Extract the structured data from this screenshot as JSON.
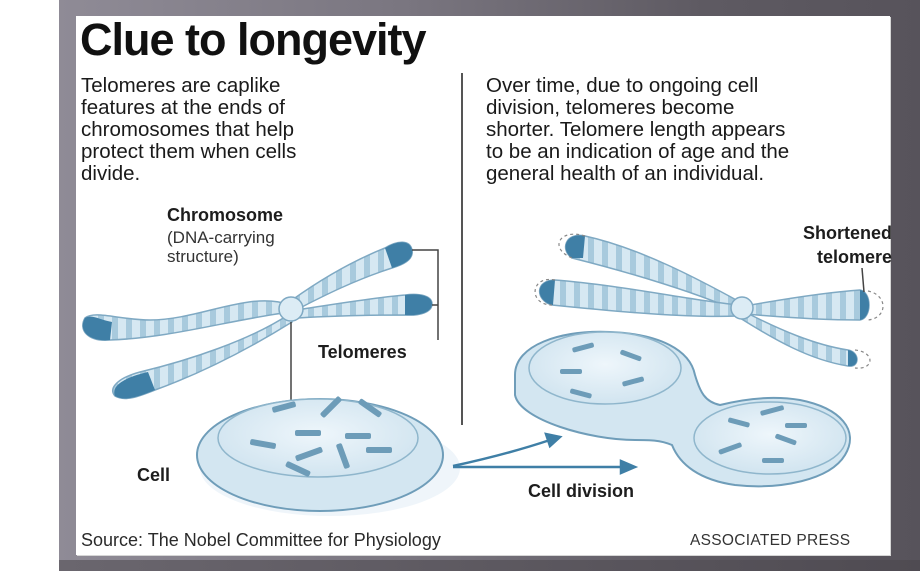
{
  "graphic": {
    "title": "Clue to longevity",
    "intro_left": "Telomeres are caplike\nfeatures at the ends of\nchromosomes that help\nprotect them when cells\ndivide.",
    "intro_right": "Over time, due to ongoing cell\ndivision, telomeres become\nshorter. Telomere length appears\nto be an indication of age and the\ngeneral health of an individual.",
    "left_panel": {
      "chromosome_label": "Chromosome",
      "chromosome_sublabel": "(DNA-carrying\nstructure)",
      "telomeres_label": "Telomeres",
      "cell_label": "Cell"
    },
    "right_panel": {
      "shortened_label": "Shortened\ntelomere",
      "division_label": "Cell division"
    },
    "footer": {
      "source": "Source: The Nobel Committee for Physiology",
      "credit": "ASSOCIATED PRESS"
    },
    "colors": {
      "chromosome_light": "#cfe4f0",
      "chromosome_band": "#9fc3d8",
      "telomere_dark": "#3f7fa6",
      "cell_fill": "#dcecf5",
      "cell_outline": "#6f9db9",
      "frame_gray": "#6e6a72"
    }
  }
}
